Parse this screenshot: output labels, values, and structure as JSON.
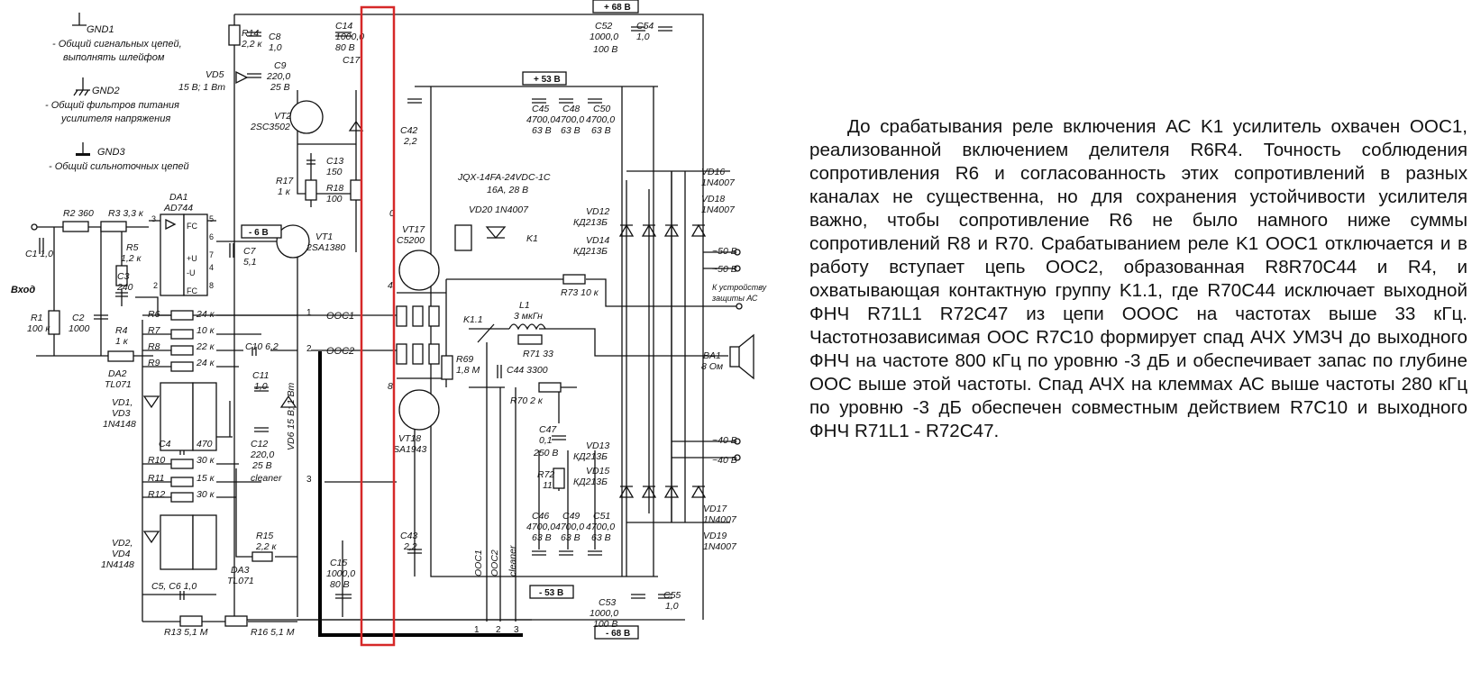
{
  "legend": {
    "gnd1": {
      "name": "GND1",
      "line1": "- Общий сигнальных цепей,",
      "line2": "выполнять шлейфом"
    },
    "gnd2": {
      "name": "GND2",
      "line1": "- Общий фильтров питания",
      "line2": "усилителя напряжения"
    },
    "gnd3": {
      "name": "GND3",
      "line1": "- Общий сильноточных цепей"
    }
  },
  "rails": {
    "p68": "+ 68 В",
    "p53": "+ 53 В",
    "n53": "- 53 В",
    "n68": "- 68 В",
    "p6": "- 6 В"
  },
  "terminals": {
    "input": "Вход",
    "ooc1": "OOC1",
    "ooc2": "OOC2",
    "n1": "1",
    "n2": "2",
    "n3": "3",
    "b1": "1",
    "b2": "2",
    "b3": "3",
    "v50a": "~50 В",
    "v50b": "~50 В",
    "v40a": "~40 В",
    "v40b": "~40 В",
    "prot1": "К устройству",
    "prot2": "защиты АС",
    "vooc1": "OOC1",
    "vooc2": "OOC2",
    "vclean": "cleaner"
  },
  "parts": {
    "c14a": "C14",
    "c14b": "1000,0",
    "c14c": "80 В",
    "c17": "C17",
    "r14a": "R14",
    "r14b": "2,2 к",
    "c8a": "C8",
    "c8b": "1,0",
    "c9a": "C9",
    "c9b": "220,0",
    "c9c": "25 В",
    "vd5a": "VD5",
    "vd5b": "15 В; 1 Вт",
    "vt2a": "VT2",
    "vt2b": "2SC3502",
    "c13a": "C13",
    "c13b": "150",
    "r17a": "R17",
    "r17b": "1 к",
    "r18a": "R18",
    "r18b": "100",
    "vt1a": "VT1",
    "vt1b": "2SA1380",
    "c7a": "C7",
    "c7b": "5,1",
    "da1a": "DA1",
    "da1b": "AD744",
    "pin3": "3",
    "pin5": "5",
    "pin6": "6",
    "pin7": "7",
    "pin4": "4",
    "pin8": "8",
    "pin2": "2",
    "pfc1": "FC",
    "pfc2": "FC",
    "pu1": "+U",
    "pu2": "-U",
    "r2": "R2  360",
    "r3": "R3  3,3 к",
    "c1": "C1 1,0",
    "r5a": "R5",
    "r5b": "1,2 к",
    "c3a": "C3",
    "c3b": "240",
    "r1a": "R1",
    "r1b": "100 к",
    "c2a": "C2",
    "c2b": "1000",
    "r4a": "R4",
    "r4b": "1 к",
    "r6": "R6",
    "r6v": "24 к",
    "r7": "R7",
    "r7v": "10 к",
    "r8": "R8",
    "r8v": "22 к",
    "r9": "R9",
    "r9v": "24 к",
    "c10": "C10  6,2",
    "da2a": "DA2",
    "da2b": "TL071",
    "vd1a": "VD1,",
    "vd1b": "VD3",
    "vd1c": "1N4148",
    "c11a": "C11",
    "c11b": "1,0",
    "c4": "C4",
    "c4v": "470",
    "r10": "R10",
    "r10v": "30 к",
    "r11": "R11",
    "r11v": "15 к",
    "r12": "R12",
    "r12v": "30 к",
    "c12a": "C12",
    "c12b": "220,0",
    "c12c": "25 В",
    "c12d": "cleaner",
    "vd6": "VD6  15 В; 1 Вт",
    "da3a": "DA3",
    "da3b": "TL071",
    "vd2a": "VD2,",
    "vd2b": "VD4",
    "vd2c": "1N4148",
    "r15a": "R15",
    "r15b": "2,2 к",
    "c56": "C5, C6  1,0",
    "r13": "R13  5,1 М",
    "r16": "R16  5,1 М",
    "c15a": "C15",
    "c15b": "1000,0",
    "c15c": "80 В",
    "c42a": "C42",
    "c42b": "2,2",
    "c43a": "C43",
    "c43b": "2,2",
    "vt17a": "VT17",
    "vt17b": "C5200",
    "vt18a": "VT18",
    "vt18b": "SA1943",
    "relay1": "JQX-14FA-24VDC-1C",
    "relay2": "16A, 28 В",
    "vd20": "VD20  1N4007",
    "k1": "K1",
    "c45a": "C45",
    "c45b": "4700,0",
    "c45c": "63 В",
    "c48a": "C48",
    "c48b": "4700,0",
    "c48c": "63 В",
    "c50a": "C50",
    "c50b": "4700,0",
    "c50c": "63 В",
    "c52a": "C52",
    "c52b": "1000,0",
    "c52c": "100 В",
    "c54a": "C54",
    "c54b": "1,0",
    "l1a": "L1",
    "l1b": "3 мкГн",
    "r73": "R73  10 к",
    "k11": "K1.1",
    "r71": "R71  33",
    "r69a": "R69",
    "r69b": "1,8 М",
    "c44": "C44  3300",
    "r70": "R70  2 к",
    "c47a": "C47",
    "c47b": "0,1",
    "c47c": "250 В",
    "r72a": "R72",
    "r72b": "11",
    "vd12a": "VD12",
    "vd12b": "КД213Б",
    "vd14a": "VD14",
    "vd14b": "КД213Б",
    "vd16a": "VD16",
    "vd16b": "1N4007",
    "vd18a": "VD18",
    "vd18b": "1N4007",
    "vd13a": "VD13",
    "vd13b": "КД213Б",
    "vd15a": "VD15",
    "vd15b": "КД213Б",
    "vd17a": "VD17",
    "vd17b": "1N4007",
    "vd19a": "VD19",
    "vd19b": "1N4007",
    "ba1a": "BA1",
    "ba1b": "8 Ом",
    "c46a": "C46",
    "c46b": "4700,0",
    "c46c": "63 В",
    "c49a": "C49",
    "c49b": "4700,0",
    "c49c": "63 В",
    "c51a": "C51",
    "c51b": "4700,0",
    "c51c": "63 В",
    "c53a": "C53",
    "c53b": "1000,0",
    "c53c": "100 В",
    "c55a": "C55",
    "c55b": "1,0",
    "p4": "4",
    "p8": "8",
    "p0": "0"
  },
  "description": "До срабатывания реле включения АС K1 усилитель охвачен ООС1, реализованной включением делителя R6R4. Точность соблюдения сопротивления R6 и согласованность этих сопротивлений в разных каналах не существенна, но для сохранения устойчивости усилителя важно, чтобы сопротивление R6 не было намного ниже суммы сопротивлений R8 и R70. Срабатыванием реле K1 ООС1 отключается и в работу вступает цепь ООС2, образованная R8R70C44 и R4, и охватывающая контактную группу K1.1, где R70C44 исключает выходной ФНЧ R71L1 R72C47 из цепи ОООС на частотах выше 33 кГц. Частотнозависимая ООС R7C10 формирует спад АЧХ УМЗЧ до выходного ФНЧ на частоте 800 кГц по уровню -3 дБ и обеспечивает запас по глубине ООС выше этой частоты. Спад АЧХ на клеммах АС выше частоты 280 кГц по уровню -3 дБ обеспечен совместным действием R7C10 и выходного ФНЧ R71L1 - R72C47.",
  "colors": {
    "highlight": "#d62828",
    "ink": "#111111"
  }
}
